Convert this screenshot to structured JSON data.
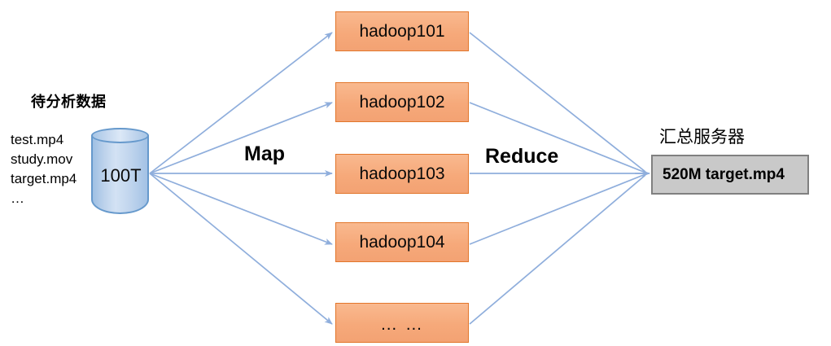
{
  "diagram": {
    "title_hidden": "",
    "source": {
      "label": "待分析数据",
      "files": [
        "test.mp4",
        "study.mov",
        "target.mp4",
        "…"
      ],
      "store_label": "100T"
    },
    "stages": {
      "map_label": "Map",
      "reduce_label": "Reduce"
    },
    "nodes": [
      {
        "label": "hadoop101"
      },
      {
        "label": "hadoop102"
      },
      {
        "label": "hadoop103"
      },
      {
        "label": "hadoop104"
      },
      {
        "label": "… …"
      }
    ],
    "summary": {
      "label": "汇总服务器",
      "result": "520M target.mp4"
    },
    "colors": {
      "node_fill": "#F6A97A",
      "node_border": "#E2762B",
      "cylinder_fill": "#BED3EC",
      "cylinder_border": "#6699CC",
      "arrow": "#8FAEDC",
      "summary_fill": "#C9C9C9",
      "summary_border": "#808080",
      "background": "#FFFFFF"
    }
  }
}
